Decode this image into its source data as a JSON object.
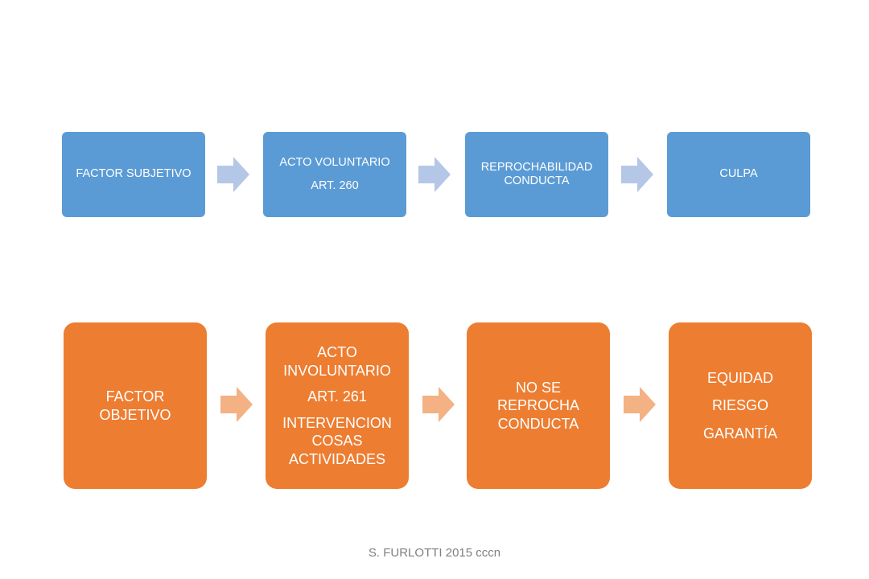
{
  "colors": {
    "row1_box": "#5b9bd5",
    "row1_arrow": "#b4c7e7",
    "row2_box": "#ed7d31",
    "row2_arrow": "#f4b183",
    "text": "#ffffff",
    "footer": "#7f7f7f"
  },
  "row1": {
    "box1": {
      "lines": [
        "FACTOR SUBJETIVO"
      ]
    },
    "box2": {
      "lines": [
        "ACTO VOLUNTARIO",
        "ART. 260"
      ]
    },
    "box3": {
      "lines": [
        "REPROCHABILIDAD",
        "CONDUCTA"
      ]
    },
    "box4": {
      "lines": [
        "CULPA"
      ]
    }
  },
  "row2": {
    "box1": {
      "lines": [
        "FACTOR",
        "OBJETIVO"
      ]
    },
    "box2": {
      "lines": [
        "ACTO",
        "INVOLUNTARIO",
        "ART. 261",
        "INTERVENCION",
        "COSAS",
        "ACTIVIDADES"
      ]
    },
    "box3": {
      "lines": [
        "NO SE",
        "REPROCHA",
        "CONDUCTA"
      ]
    },
    "box4": {
      "lines": [
        "EQUIDAD",
        "RIESGO",
        "GARANTÍA"
      ]
    }
  },
  "footer": "S. FURLOTTI 2015 cccn"
}
